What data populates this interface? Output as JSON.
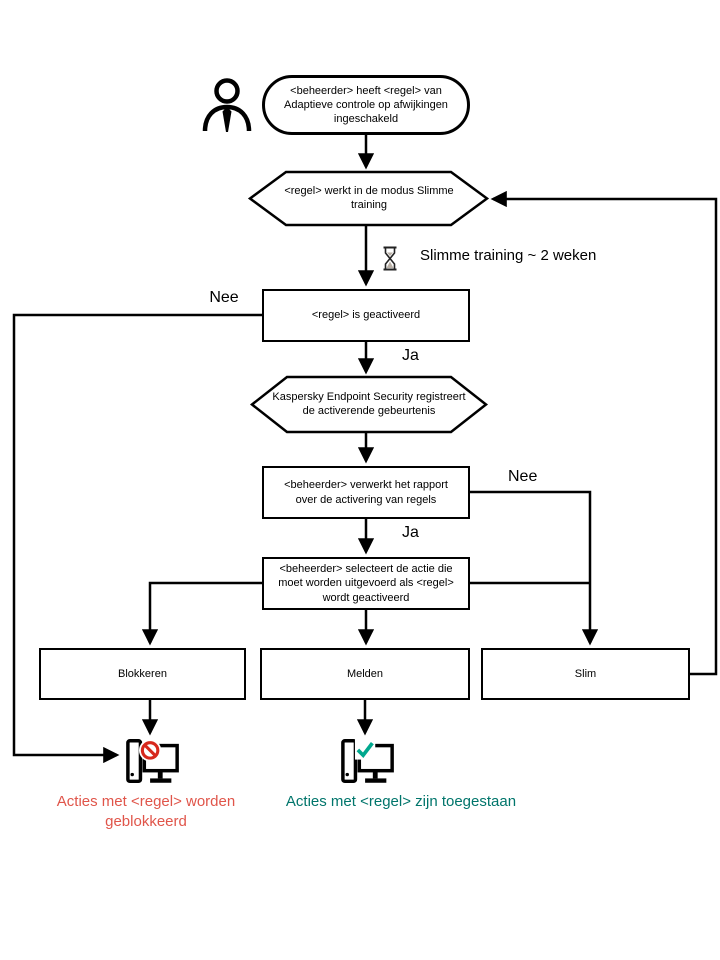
{
  "diagram": {
    "nodes": {
      "start": "<beheerder> heeft <regel> van Adaptieve controle op afwijkingen ingeschakeld",
      "training_mode": "<regel> werkt in de modus Slimme training",
      "rule_triggered": "<regel> is geactiveerd",
      "registers_event": "Kaspersky Endpoint Security registreert de activerende gebeurtenis",
      "processes_report": "<beheerder> verwerkt het rapport over de activering van regels",
      "selects_action": "<beheerder> selecteert de actie die moet worden uitgevoerd als <regel> wordt geactiveerd",
      "action_block": "Blokkeren",
      "action_notify": "Melden",
      "action_smart": "Slim"
    },
    "labels": {
      "training_duration": "Slimme training ~ 2 weken",
      "no_left": "Nee",
      "yes_top": "Ja",
      "no_right": "Nee",
      "yes_bottom": "Ja"
    },
    "outcomes": {
      "blocked": "Acties met <regel> worden geblokkeerd",
      "allowed": "Acties met <regel> zijn toegestaan"
    },
    "icons": {
      "actor": "person-icon",
      "wait": "hourglass-icon",
      "blocked": "computer-blocked-icon",
      "allowed": "computer-allowed-icon"
    },
    "colors": {
      "line": "#000000",
      "blocked_sign": "#d7281d",
      "blocked_text": "#e0554a",
      "allowed_sign": "#00a88e",
      "allowed_text": "#00756b"
    }
  }
}
